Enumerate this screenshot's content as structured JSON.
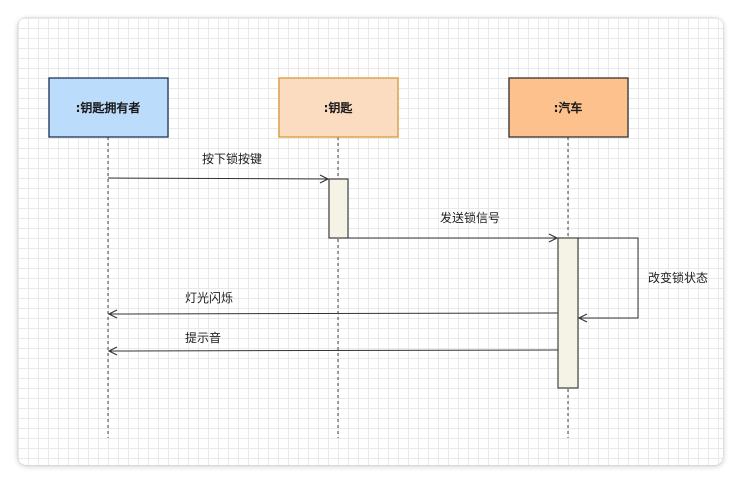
{
  "participants": [
    {
      "id": "owner",
      "label": ":钥匙拥有者",
      "fill": "#bcdcfb",
      "stroke": "#1d3557"
    },
    {
      "id": "key",
      "label": ":钥匙",
      "fill": "#fcdcc0",
      "stroke": "#d89a3a"
    },
    {
      "id": "car",
      "label": ":汽车",
      "fill": "#fcc18c",
      "stroke": "#333333"
    }
  ],
  "messages": [
    {
      "id": "press-lock",
      "label": "按下锁按键",
      "from": "owner",
      "to": "key"
    },
    {
      "id": "send-signal",
      "label": "发送锁信号",
      "from": "key",
      "to": "car"
    },
    {
      "id": "change-state",
      "label": "改变锁状态",
      "from": "car",
      "to": "car"
    },
    {
      "id": "lights-flash",
      "label": "灯光闪烁",
      "from": "car",
      "to": "owner"
    },
    {
      "id": "prompt-sound",
      "label": "提示音",
      "from": "car",
      "to": "owner"
    }
  ],
  "colors": {
    "activation_fill": "#f5f3e6",
    "line": "#333333",
    "lifeline": "#444444"
  }
}
